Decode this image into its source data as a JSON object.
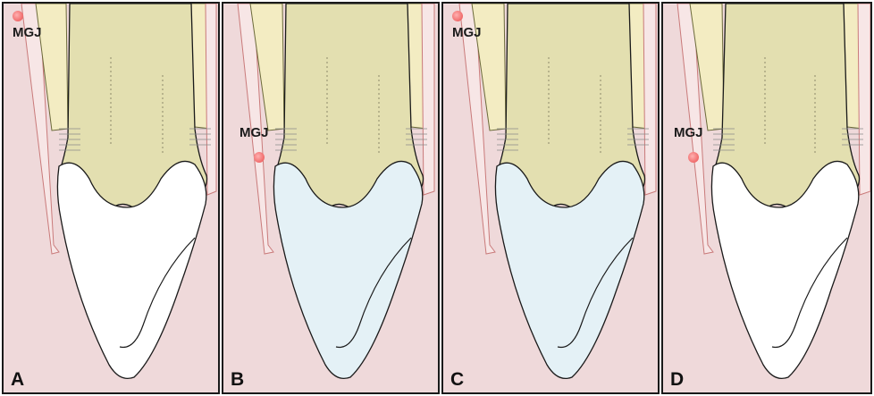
{
  "figure": {
    "panels": [
      {
        "letter": "A",
        "mgj_label": "MGJ",
        "crown_color": "#ffffff"
      },
      {
        "letter": "B",
        "mgj_label": "MGJ",
        "crown_color": "#e4f1f6"
      },
      {
        "letter": "C",
        "mgj_label": "MGJ",
        "crown_color": "#e4f1f6"
      },
      {
        "letter": "D",
        "mgj_label": "MGJ",
        "crown_color": "#ffffff"
      }
    ],
    "colors": {
      "gingiva": "#efd9da",
      "bone": "#f3ecc2",
      "root": "#e3dfb0",
      "mgj_marker": "#f06a6a",
      "outline": "#1a1a1a"
    }
  }
}
